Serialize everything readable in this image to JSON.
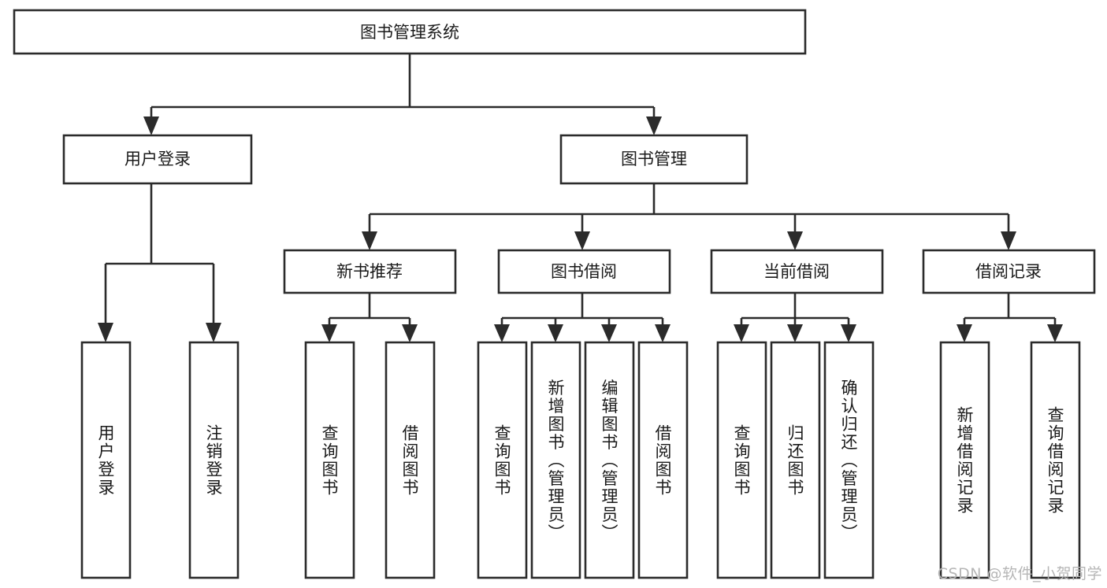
{
  "diagram": {
    "title": "图书管理系统",
    "type": "tree",
    "watermark": "CSDN @软件_小贺同学",
    "colors": {
      "box_fill": "#ffffff",
      "box_stroke": "#2b2b2b",
      "text": "#1a1a1a",
      "watermark": "#b6b6b6",
      "background": "#ffffff"
    },
    "levels": {
      "root": {
        "label": "图书管理系统"
      },
      "level2": [
        {
          "id": "user-login",
          "label": "用户登录"
        },
        {
          "id": "book-management",
          "label": "图书管理"
        }
      ],
      "level3": [
        {
          "id": "new-book-recommend",
          "label": "新书推荐",
          "parent": "book-management"
        },
        {
          "id": "book-borrow",
          "label": "图书借阅",
          "parent": "book-management"
        },
        {
          "id": "current-borrow",
          "label": "当前借阅",
          "parent": "book-management"
        },
        {
          "id": "borrow-record",
          "label": "借阅记录",
          "parent": "book-management"
        }
      ],
      "leaves": [
        {
          "id": "leaf-user-login",
          "label": "用户登录",
          "parent": "user-login"
        },
        {
          "id": "leaf-logout-login",
          "label": "注销登录",
          "parent": "user-login"
        },
        {
          "id": "leaf-query-book-rec",
          "label": "查询图书",
          "parent": "new-book-recommend"
        },
        {
          "id": "leaf-borrow-book-rec",
          "label": "借阅图书",
          "parent": "new-book-recommend"
        },
        {
          "id": "leaf-query-book-borrow",
          "label": "查询图书",
          "parent": "book-borrow"
        },
        {
          "id": "leaf-add-book-admin",
          "label": "新增图书（管理员）",
          "parent": "book-borrow"
        },
        {
          "id": "leaf-edit-book-admin",
          "label": "编辑图书（管理员）",
          "parent": "book-borrow"
        },
        {
          "id": "leaf-borrow-book",
          "label": "借阅图书",
          "parent": "book-borrow"
        },
        {
          "id": "leaf-query-book-current",
          "label": "查询图书",
          "parent": "current-borrow"
        },
        {
          "id": "leaf-return-book",
          "label": "归还图书",
          "parent": "current-borrow"
        },
        {
          "id": "leaf-confirm-return-admin",
          "label": "确认归还（管理员）",
          "parent": "current-borrow"
        },
        {
          "id": "leaf-add-borrow-record",
          "label": "新增借阅记录",
          "parent": "borrow-record"
        },
        {
          "id": "leaf-query-borrow-record",
          "label": "查询借阅记录",
          "parent": "borrow-record"
        }
      ]
    }
  }
}
